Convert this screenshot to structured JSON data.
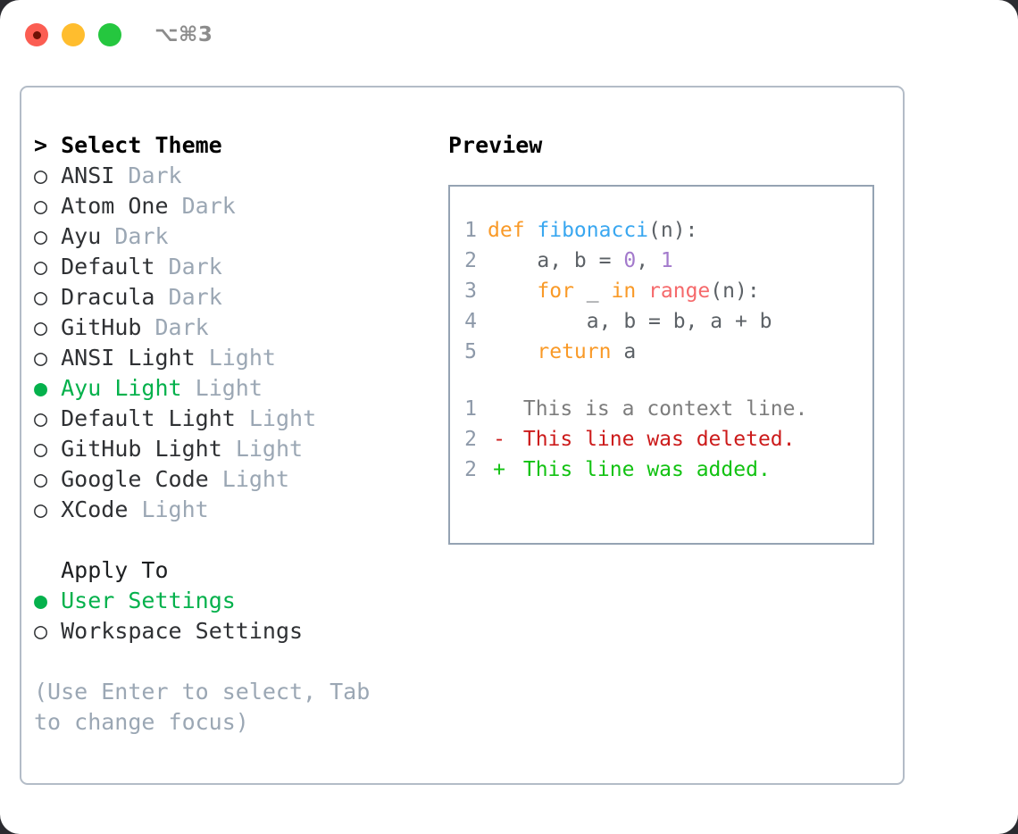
{
  "titlebar": {
    "buttons": [
      {
        "name": "close",
        "color": "#fb5d52"
      },
      {
        "name": "minimize",
        "color": "#ffbd2e"
      },
      {
        "name": "zoom",
        "color": "#25c73f"
      }
    ],
    "shortcut": "⌥⌘3"
  },
  "theme_section": {
    "heading": "> Select Theme",
    "items": [
      {
        "marker": "○",
        "label": "ANSI",
        "tag": "Dark",
        "selected": false
      },
      {
        "marker": "○",
        "label": "Atom One",
        "tag": "Dark",
        "selected": false
      },
      {
        "marker": "○",
        "label": "Ayu",
        "tag": "Dark",
        "selected": false
      },
      {
        "marker": "○",
        "label": "Default",
        "tag": "Dark",
        "selected": false
      },
      {
        "marker": "○",
        "label": "Dracula",
        "tag": "Dark",
        "selected": false
      },
      {
        "marker": "○",
        "label": "GitHub",
        "tag": "Dark",
        "selected": false
      },
      {
        "marker": "○",
        "label": "ANSI Light",
        "tag": "Light",
        "selected": false
      },
      {
        "marker": "●",
        "label": "Ayu Light",
        "tag": "Light",
        "selected": true
      },
      {
        "marker": "○",
        "label": "Default Light",
        "tag": "Light",
        "selected": false
      },
      {
        "marker": "○",
        "label": "GitHub Light",
        "tag": "Light",
        "selected": false
      },
      {
        "marker": "○",
        "label": "Google Code",
        "tag": "Light",
        "selected": false
      },
      {
        "marker": "○",
        "label": "XCode",
        "tag": "Light",
        "selected": false
      }
    ]
  },
  "apply_section": {
    "heading": "  Apply To",
    "items": [
      {
        "marker": "●",
        "label": "User Settings",
        "selected": true
      },
      {
        "marker": "○",
        "label": "Workspace Settings",
        "selected": false
      }
    ]
  },
  "hint": "(Use Enter to select, Tab to change focus)",
  "preview": {
    "title": "Preview",
    "code_lines": [
      {
        "lineno": "1",
        "tokens": [
          {
            "text": "def ",
            "type": "kw"
          },
          {
            "text": "fibonacci",
            "type": "fn"
          },
          {
            "text": "(n):",
            "type": "punc"
          }
        ]
      },
      {
        "lineno": "2",
        "tokens": [
          {
            "text": "    a, b = ",
            "type": "var"
          },
          {
            "text": "0",
            "type": "num"
          },
          {
            "text": ", ",
            "type": "punc"
          },
          {
            "text": "1",
            "type": "num"
          }
        ]
      },
      {
        "lineno": "3",
        "tokens": [
          {
            "text": "    ",
            "type": "var"
          },
          {
            "text": "for",
            "type": "kw"
          },
          {
            "text": " _ ",
            "type": "var"
          },
          {
            "text": "in",
            "type": "kw"
          },
          {
            "text": " ",
            "type": "var"
          },
          {
            "text": "range",
            "type": "call"
          },
          {
            "text": "(n):",
            "type": "punc"
          }
        ]
      },
      {
        "lineno": "4",
        "tokens": [
          {
            "text": "        a, b = b, a + b",
            "type": "var"
          }
        ]
      },
      {
        "lineno": "5",
        "tokens": [
          {
            "text": "    ",
            "type": "var"
          },
          {
            "text": "return",
            "type": "kw"
          },
          {
            "text": " a",
            "type": "var"
          }
        ]
      }
    ],
    "diff_lines": [
      {
        "lineno": "1",
        "marker": " ",
        "text": "This is a context line.",
        "kind": "ctx"
      },
      {
        "lineno": "2",
        "marker": "-",
        "text": "This line was deleted.",
        "kind": "del"
      },
      {
        "lineno": "2",
        "marker": "+",
        "text": "This line was added.",
        "kind": "add"
      }
    ]
  },
  "colors": {
    "accent_green": "#05b14c",
    "muted": "#9ba7b4",
    "keyword": "#f99a28",
    "function": "#39a7f0",
    "number": "#a37acc",
    "call": "#f5696b",
    "diff_delete": "#cc1b1b",
    "diff_add": "#12c212",
    "border": "#b3bcc7"
  }
}
